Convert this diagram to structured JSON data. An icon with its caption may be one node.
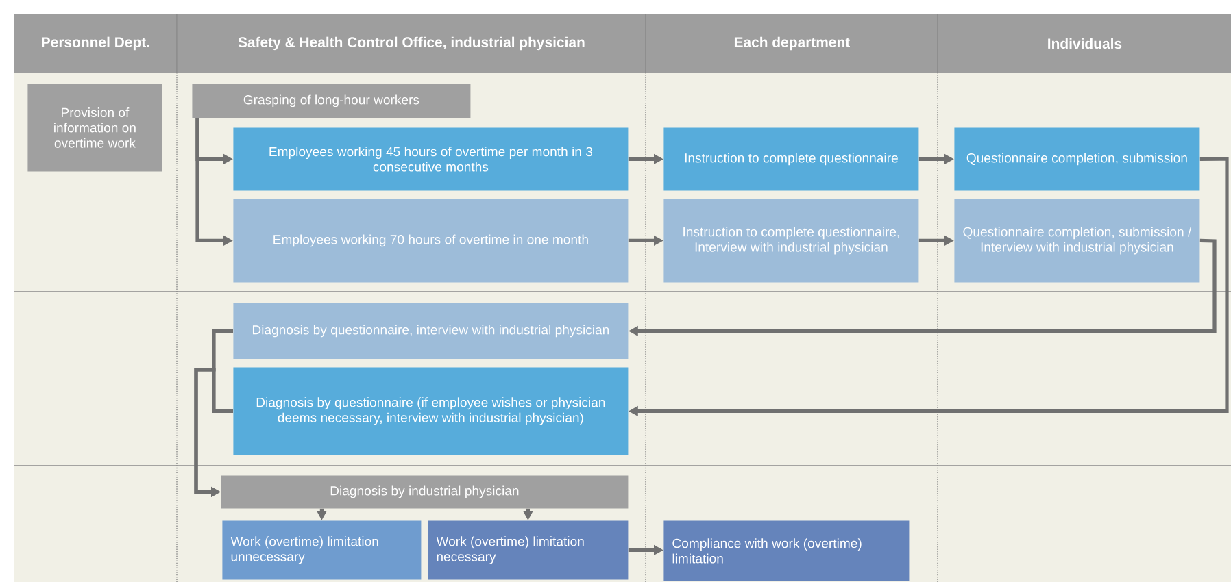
{
  "diagram": {
    "nodes": [
      {
        "text": [
          "Personnel Dept."
        ]
      },
      {
        "text": [
          "Safety & Health Control Office, industrial physician"
        ]
      },
      {
        "text": [
          "Each department"
        ]
      },
      {
        "text": [
          "Individuals"
        ]
      },
      {
        "text": [
          "Provision of information on overtime work"
        ]
      },
      {
        "text": [
          "Grasping of long-hour workers"
        ]
      },
      {
        "text": [
          "Employees working 45 hours of overtime per month in 3 consecutive months"
        ]
      },
      {
        "text": [
          "Employees working 70 hours of overtime in one month"
        ]
      },
      {
        "text": [
          "Instruction to complete questionnaire"
        ]
      },
      {
        "text": [
          "Instruction to complete questionnaire, Interview with industrial physician"
        ]
      },
      {
        "text": [
          "Questionnaire completion, submission"
        ]
      },
      {
        "text": [
          "Questionnaire completion, submission / Interview with industrial physician"
        ]
      },
      {
        "text": [
          "Diagnosis by questionnaire, interview with industrial physician"
        ]
      },
      {
        "text": [
          "Diagnosis by questionnaire (if employee wishes or physician deems necessary, interview with industrial physician)"
        ]
      },
      {
        "text": [
          "Diagnosis by industrial physician"
        ]
      },
      {
        "text": [
          "Work (overtime) limitation unnecessary"
        ]
      },
      {
        "text": [
          "Work (overtime) limitation necessary"
        ]
      },
      {
        "text": [
          "Compliance with work (overtime) limitation"
        ]
      }
    ],
    "edges": [
      {
        "from": 5,
        "to": 6,
        "arrow": "to"
      },
      {
        "from": 5,
        "to": 7,
        "arrow": "to"
      },
      {
        "from": 6,
        "to": 8,
        "arrow": "to"
      },
      {
        "from": 8,
        "to": 10,
        "arrow": "to"
      },
      {
        "from": 7,
        "to": 9,
        "arrow": "to"
      },
      {
        "from": 9,
        "to": 11,
        "arrow": "to"
      },
      {
        "from": 10,
        "to": 13,
        "arrow": "to"
      },
      {
        "from": 11,
        "to": 12,
        "arrow": "to"
      },
      {
        "from": 12,
        "to": 14,
        "arrow": "to"
      },
      {
        "from": 13,
        "to": 14,
        "arrow": "to"
      },
      {
        "from": 14,
        "to": 15,
        "arrow": "to"
      },
      {
        "from": 14,
        "to": 16,
        "arrow": "to"
      },
      {
        "from": 16,
        "to": 17,
        "arrow": "to"
      }
    ]
  }
}
